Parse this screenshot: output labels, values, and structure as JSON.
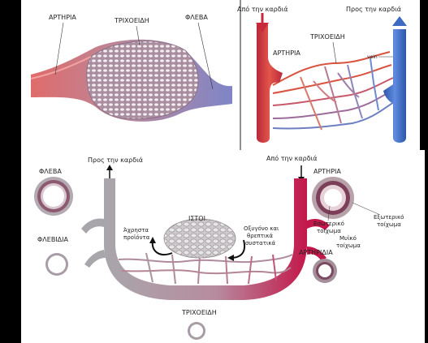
{
  "panel_top_left": {
    "artery_label": "ΑΡΤΗΡΙΑ",
    "capillaries_label": "ΤΡΙΧΟΕΙΔΗ",
    "vein_label": "ΦΛΕΒΑ"
  },
  "panel_top_right": {
    "from_heart": "Από την καρδιά",
    "to_heart": "Προς την καρδιά",
    "capillaries_label": "ΤΡΙΧΟΕΙΔΗ",
    "artery_label": "ΑΡΤΗΡΙΑ",
    "vein_label": "vein"
  },
  "panel_bottom": {
    "to_heart": "Προς την καρδιά",
    "from_heart": "Από την καρδιά",
    "vein_label": "ΦΛΕΒΑ",
    "venules_label": "ΦΛΕΒΙΔΙΑ",
    "artery_label": "ΑΡΤΗΡΙΑ",
    "arterioles_label": "ΑΡΤΗΡΙΔΙΑ",
    "tissue_label": "ΙΣΤΟΙ",
    "waste_line1": "Άχρηστα",
    "waste_line2": "προϊόντα",
    "oxygen_line1": "Οξυγόνο και",
    "oxygen_line2": "θρεπτικά",
    "oxygen_line3": "συστατικά",
    "inner_layer_line1": "Εσωτερικό",
    "inner_layer_line2": "τοίχωμα",
    "muscle_layer_line1": "Μυϊκό",
    "muscle_layer_line2": "τοίχωμα",
    "outer_layer_line1": "Εξωτερικό",
    "outer_layer_line2": "τοίχωμα",
    "capillaries_label": "ΤΡΙΧΟΕΙΔΗ"
  },
  "colors": {
    "artery": "#cf3a3a",
    "artery_deep": "#c01848",
    "vein": "#3f6fc0",
    "vein_grey": "#9c9aa0",
    "background": "#000000",
    "panel": "#ffffff"
  }
}
